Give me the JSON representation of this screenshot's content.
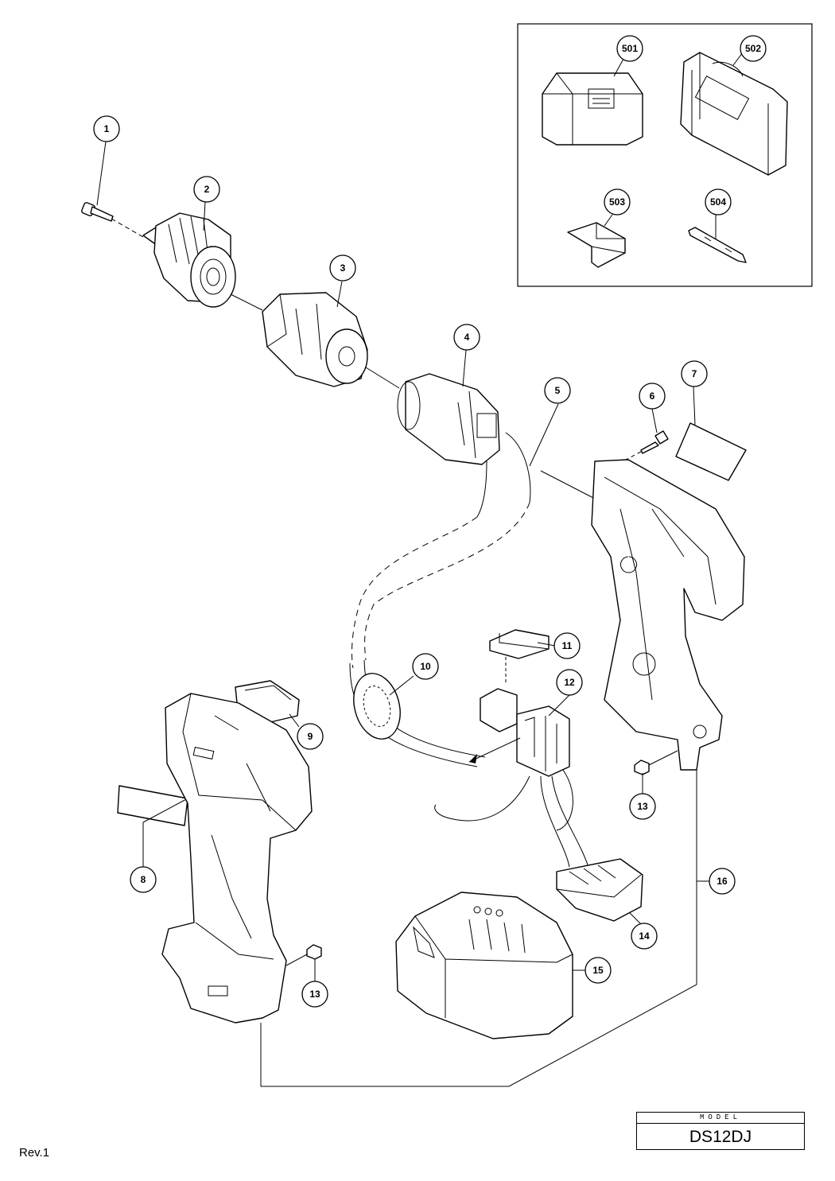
{
  "callouts": [
    {
      "id": "c1",
      "label": "1"
    },
    {
      "id": "c2",
      "label": "2"
    },
    {
      "id": "c3",
      "label": "3"
    },
    {
      "id": "c4",
      "label": "4"
    },
    {
      "id": "c5",
      "label": "5"
    },
    {
      "id": "c6",
      "label": "6"
    },
    {
      "id": "c7",
      "label": "7"
    },
    {
      "id": "c8",
      "label": "8"
    },
    {
      "id": "c9",
      "label": "9"
    },
    {
      "id": "c10",
      "label": "10"
    },
    {
      "id": "c11",
      "label": "11"
    },
    {
      "id": "c12",
      "label": "12"
    },
    {
      "id": "c13a",
      "label": "13"
    },
    {
      "id": "c13b",
      "label": "13"
    },
    {
      "id": "c14",
      "label": "14"
    },
    {
      "id": "c15",
      "label": "15"
    },
    {
      "id": "c16",
      "label": "16"
    },
    {
      "id": "c501",
      "label": "501"
    },
    {
      "id": "c502",
      "label": "502"
    },
    {
      "id": "c503",
      "label": "503"
    },
    {
      "id": "c504",
      "label": "504"
    }
  ],
  "model_box": {
    "label": "MODEL",
    "value": "DS12DJ"
  },
  "revision": "Rev.1"
}
